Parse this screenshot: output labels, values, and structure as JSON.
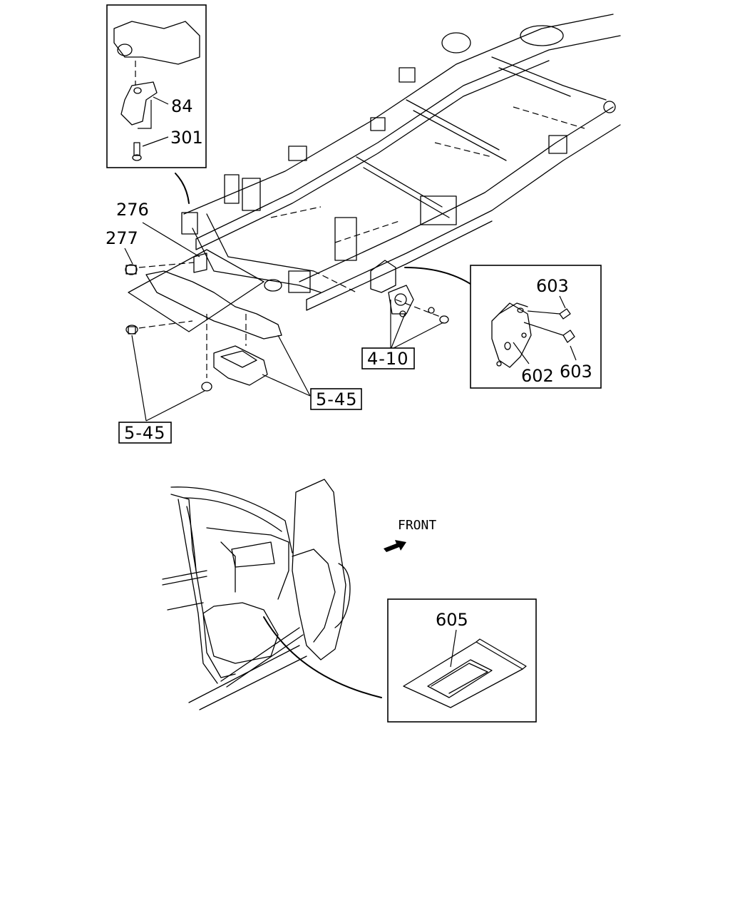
{
  "labels": {
    "p84": "84",
    "p301": "301",
    "p276": "276",
    "p277": "277",
    "p603a": "603",
    "p603b": "603",
    "p602": "602",
    "p605": "605"
  },
  "references": {
    "r410": "4-10",
    "r545a": "5-45",
    "r545b": "5-45"
  },
  "front_label": "FRONT"
}
